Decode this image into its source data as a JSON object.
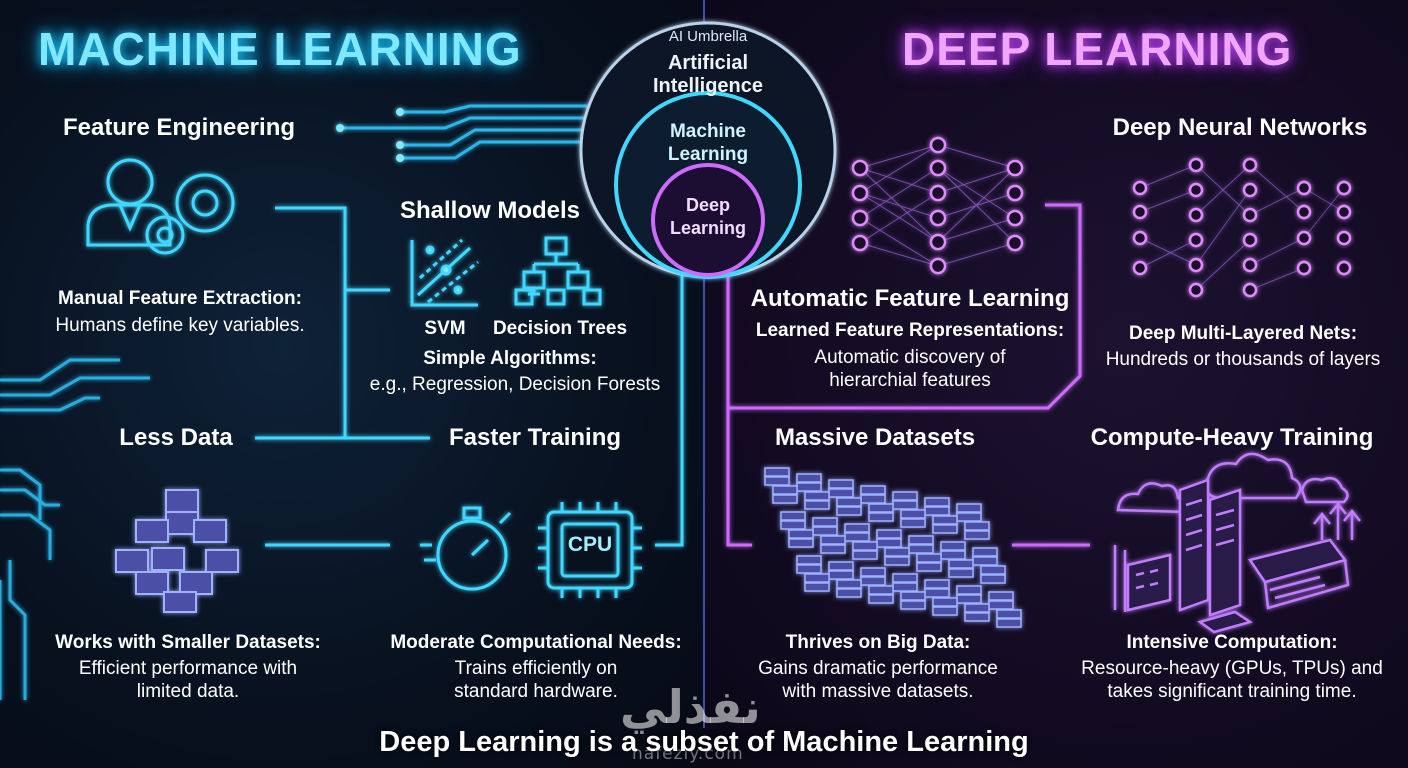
{
  "colors": {
    "ml_accent": "#3fd8ff",
    "dl_accent": "#d37bff",
    "background": "#070b18"
  },
  "titles": {
    "machine_learning": "MACHINE LEARNING",
    "deep_learning": "DEEP LEARNING"
  },
  "venn": {
    "outer_caption": "AI Umbrella",
    "outer_label": "Artificial\nIntelligence",
    "middle_label": "Machine\nLearning",
    "inner_label": "Deep\nLearning"
  },
  "ml": {
    "feature_engineering": {
      "heading": "Feature Engineering",
      "subheading": "Manual Feature Extraction:",
      "description": "Humans define key variables.",
      "icon": "person-gears-icon"
    },
    "shallow_models": {
      "heading": "Shallow Models",
      "svm_label": "SVM",
      "tree_label": "Decision Trees",
      "subheading": "Simple Algorithms:",
      "description": "e.g., Regression, Decision Forests",
      "svm_icon": "svm-scatter-icon",
      "tree_icon": "decision-tree-icon"
    },
    "less_data": {
      "heading": "Less Data",
      "subheading": "Works with Smaller Datasets:",
      "description": "Efficient performance with\nlimited data.",
      "icon": "small-server-stack-icon"
    },
    "faster_training": {
      "heading": "Faster Training",
      "subheading": "Moderate Computational Needs:",
      "description": "Trains efficiently on\nstandard hardware.",
      "cpu_label": "CPU",
      "timer_icon": "stopwatch-icon",
      "cpu_icon": "cpu-chip-icon"
    }
  },
  "dl": {
    "automatic_features": {
      "heading": "Automatic Feature Learning",
      "subheading": "Learned Feature Representations:",
      "description": "Automatic discovery of\nhierarchial features",
      "icon": "neural-network-icon"
    },
    "deep_networks": {
      "heading": "Deep Neural Networks",
      "subheading": "Deep Multi-Layered Nets:",
      "description": "Hundreds or thousands of layers",
      "icon": "deep-network-icon"
    },
    "massive_datasets": {
      "heading": "Massive Datasets",
      "subheading": "Thrives on Big Data:",
      "description": "Gains dramatic performance\nwith massive datasets.",
      "icon": "large-server-grid-icon"
    },
    "compute_training": {
      "heading": "Compute-Heavy Training",
      "subheading": "Intensive Computation:",
      "description": "Resource-heavy (GPUs, TPUs) and\ntakes significant training time.",
      "icon": "datacenter-cloud-icon"
    }
  },
  "footer": "Deep Learning is a subset of Machine Learning",
  "watermark": {
    "text": "نفذلي",
    "url": "nafezly.com"
  }
}
